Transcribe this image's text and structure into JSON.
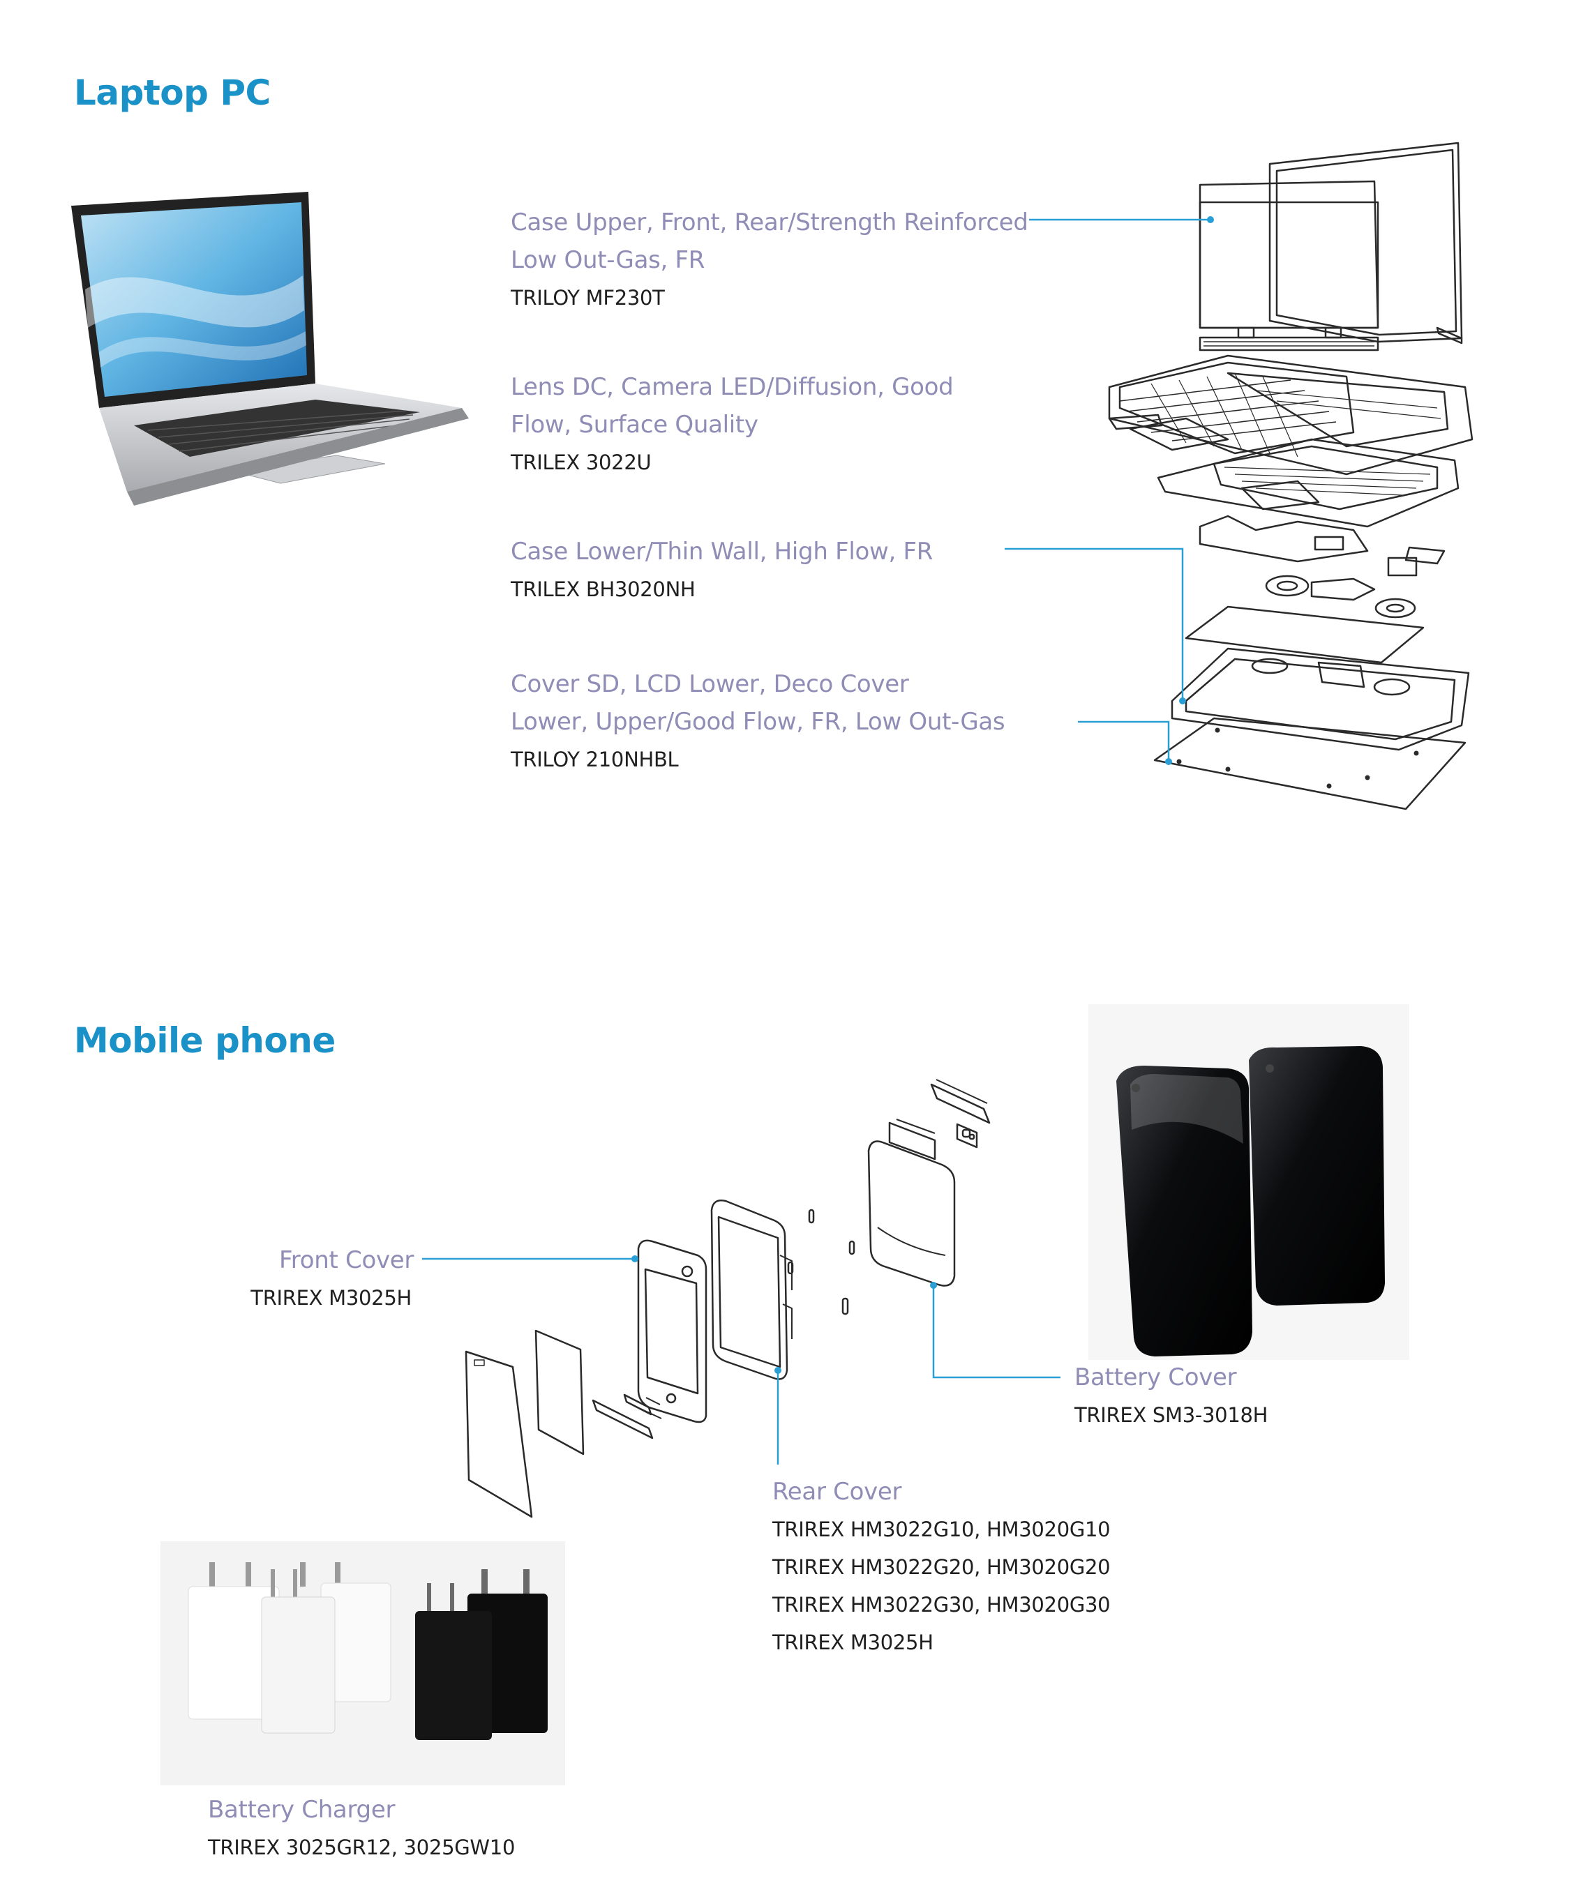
{
  "laptop": {
    "title": "Laptop PC",
    "parts": [
      {
        "line1": "Case Upper, Front, Rear/Strength Reinforced",
        "line2": "Low Out-Gas, FR",
        "code": "TRILOY MF230T"
      },
      {
        "line1": "Lens DC, Camera LED/Diffusion, Good",
        "line2": "Flow, Surface Quality",
        "code": "TRILEX 3022U"
      },
      {
        "line1": "Case Lower/Thin Wall, High Flow, FR",
        "code": "TRILEX BH3020NH"
      },
      {
        "line1": "Cover SD, LCD Lower, Deco Cover",
        "line2": "Lower, Upper/Good Flow, FR, Low Out-Gas",
        "code": "TRILOY 210NHBL"
      }
    ]
  },
  "mobile": {
    "title": "Mobile phone",
    "front_cover": {
      "label": "Front Cover",
      "code": "TRIREX M3025H"
    },
    "battery_cover": {
      "label": "Battery Cover",
      "code": "TRIREX SM3-3018H"
    },
    "rear_cover": {
      "label": "Rear Cover",
      "codes": [
        "TRIREX HM3022G10, HM3020G10",
        "TRIREX HM3022G20, HM3020G20",
        "TRIREX HM3022G30, HM3020G30",
        "TRIREX M3025H"
      ]
    },
    "battery_charger": {
      "label": "Battery Charger",
      "code": "TRIREX 3025GR12, 3025GW10"
    }
  },
  "colors": {
    "accent": "#1a91c7",
    "label": "#8f8cb6",
    "code": "#1f1f1f",
    "leader": "#2a9fd6"
  }
}
